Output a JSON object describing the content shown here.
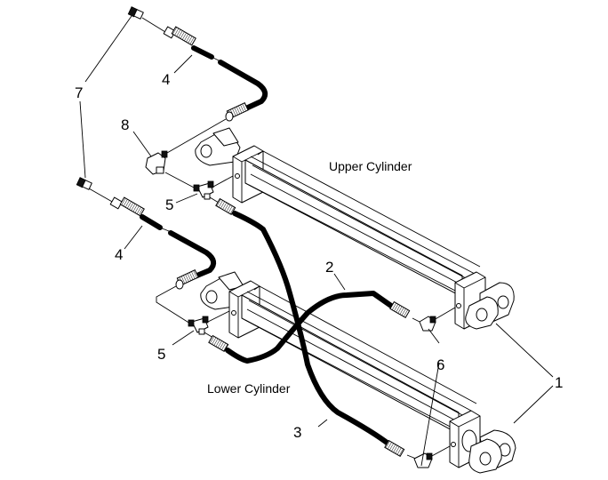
{
  "diagram": {
    "title": "Hydraulic cylinder hose assembly",
    "captions": {
      "upper_cylinder": "Upper Cylinder",
      "lower_cylinder": "Lower Cylinder"
    },
    "callouts": [
      {
        "id": "1",
        "label": "1",
        "part": "cylinder"
      },
      {
        "id": "2",
        "label": "2",
        "part": "hose-2"
      },
      {
        "id": "3",
        "label": "3",
        "part": "hose-3"
      },
      {
        "id": "4a",
        "label": "4",
        "part": "hose-4-upper"
      },
      {
        "id": "4b",
        "label": "4",
        "part": "hose-4-lower"
      },
      {
        "id": "5a",
        "label": "5",
        "part": "tee-fitting-upper"
      },
      {
        "id": "5b",
        "label": "5",
        "part": "tee-fitting-lower"
      },
      {
        "id": "6",
        "label": "6",
        "part": "elbow-fitting"
      },
      {
        "id": "7",
        "label": "7",
        "part": "adapter-fitting"
      },
      {
        "id": "8",
        "label": "8",
        "part": "elbow-fitting-90"
      }
    ]
  }
}
